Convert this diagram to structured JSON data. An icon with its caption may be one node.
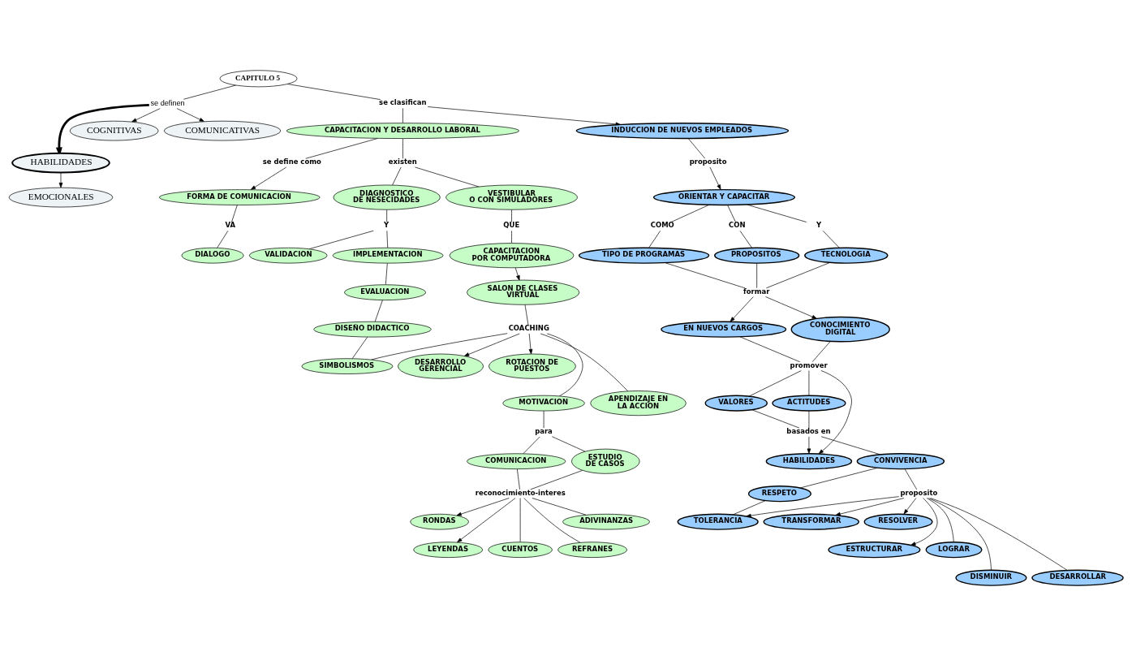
{
  "diagram": {
    "nodes": [
      {
        "text": [
          "se definen"
        ]
      },
      {
        "text": [
          "CAPITULO 5"
        ]
      },
      {
        "text": [
          "INDUCCION DE NUEVOS EMPLEADOS"
        ]
      },
      {
        "text": [
          "HABILIDADES"
        ]
      },
      {
        "text": [
          "se clasifican"
        ]
      },
      {
        "text": [
          "proposito"
        ]
      },
      {
        "text": [
          "ORIENTAR Y CAPACITAR"
        ]
      },
      {
        "text": [
          "COGNITIVAS"
        ]
      },
      {
        "text": [
          "COMUNICATIVAS"
        ]
      },
      {
        "text": [
          "EMOCIONALES"
        ]
      },
      {
        "text": [
          "COMO"
        ]
      },
      {
        "text": [
          "CON"
        ]
      },
      {
        "text": [
          "Y"
        ]
      },
      {
        "text": [
          "CAPACITACION Y DESARROLLO LABORAL"
        ]
      },
      {
        "text": [
          "TIPO DE PROGRAMAS"
        ]
      },
      {
        "text": [
          "PROPOSITOS"
        ]
      },
      {
        "text": [
          "se define como"
        ]
      },
      {
        "text": [
          "TECNOLOGIA"
        ]
      },
      {
        "text": [
          "existen"
        ]
      },
      {
        "text": [
          "FORMA DE COMUNICACION"
        ]
      },
      {
        "text": [
          "formar"
        ]
      },
      {
        "text": [
          "DIAGNOSTICO DE NESECIDADES"
        ]
      },
      {
        "text": [
          "VESTIBULAR O CON SIMULADORES"
        ]
      },
      {
        "text": [
          "VA"
        ]
      },
      {
        "text": [
          "EN NUEVOS CARGOS"
        ]
      },
      {
        "text": [
          "CONOCIMIENTO DIGITAL"
        ]
      },
      {
        "text": [
          "QUE"
        ]
      },
      {
        "text": [
          "promover"
        ]
      },
      {
        "text": [
          "DIALOGO"
        ]
      },
      {
        "text": [
          "Y"
        ]
      },
      {
        "text": [
          "CAPACITACION POR COMPUTADORA"
        ]
      },
      {
        "text": [
          "HABILIDADES"
        ]
      },
      {
        "text": [
          "VALIDACION"
        ]
      },
      {
        "text": [
          "IMPLEMENTACION"
        ]
      },
      {
        "text": [
          "ACTITUDES"
        ]
      },
      {
        "text": [
          "VALORES"
        ]
      },
      {
        "text": [
          "SALON DE CLASES VIRTUAL"
        ]
      },
      {
        "text": [
          "DESARROLLO GERENCIAL"
        ]
      },
      {
        "text": [
          "EVALUACION"
        ]
      },
      {
        "text": [
          "COACHING"
        ]
      },
      {
        "text": [
          "basados en"
        ]
      },
      {
        "text": [
          "TRANSFORMAR"
        ]
      },
      {
        "text": [
          "ROTACION DE PUESTOS"
        ]
      },
      {
        "text": [
          "CONVIVENCIA"
        ]
      },
      {
        "text": [
          "RESOLVER"
        ]
      },
      {
        "text": [
          "DISEÑO DIDACTICO"
        ]
      },
      {
        "text": [
          "MOTIVACION"
        ]
      },
      {
        "text": [
          "SIMBOLISMOS"
        ]
      },
      {
        "text": [
          "APENDIZAJE EN LA ACCION"
        ]
      },
      {
        "text": [
          "para"
        ]
      },
      {
        "text": [
          "ESTRUCTURAR"
        ]
      },
      {
        "text": [
          "RESPETO"
        ]
      },
      {
        "text": [
          "COMUNICACION"
        ]
      },
      {
        "text": [
          "proposito"
        ]
      },
      {
        "text": [
          "ESTUDIO DE CASOS"
        ]
      },
      {
        "text": [
          "reconocimiento-interes"
        ]
      },
      {
        "text": [
          "RONDAS"
        ]
      },
      {
        "text": [
          "LOGRAR"
        ]
      },
      {
        "text": [
          "TOLERANCIA"
        ]
      },
      {
        "text": [
          "LEYENDAS"
        ]
      },
      {
        "text": [
          "CUENTOS"
        ]
      },
      {
        "text": [
          "ADIVINANZAS"
        ]
      },
      {
        "text": [
          "DISMINUIR"
        ]
      },
      {
        "text": [
          "REFRANES"
        ]
      },
      {
        "text": [
          "DESARROLLAR"
        ]
      }
    ],
    "edges": [
      {
        "from": 1,
        "to": 0,
        "arrow": "none"
      },
      {
        "from": 0,
        "to": 3,
        "arrow": "to",
        "style": "thick"
      },
      {
        "from": 0,
        "to": 7,
        "arrow": "to"
      },
      {
        "from": 0,
        "to": 8,
        "arrow": "to"
      },
      {
        "from": 3,
        "to": 9,
        "arrow": "to"
      },
      {
        "from": 1,
        "to": 4,
        "arrow": "none"
      },
      {
        "from": 4,
        "to": 13,
        "arrow": "none"
      },
      {
        "from": 4,
        "to": 2,
        "arrow": "to"
      },
      {
        "from": 2,
        "to": 5,
        "arrow": "none"
      },
      {
        "from": 5,
        "to": 6,
        "arrow": "to"
      },
      {
        "from": 6,
        "to": 10,
        "arrow": "none"
      },
      {
        "from": 10,
        "to": 14,
        "arrow": "none"
      },
      {
        "from": 6,
        "to": 11,
        "arrow": "none"
      },
      {
        "from": 11,
        "to": 15,
        "arrow": "none"
      },
      {
        "from": 6,
        "to": 12,
        "arrow": "none"
      },
      {
        "from": 12,
        "to": 17,
        "arrow": "none"
      },
      {
        "from": 14,
        "to": 20,
        "arrow": "none"
      },
      {
        "from": 15,
        "to": 20,
        "arrow": "none"
      },
      {
        "from": 17,
        "to": 20,
        "arrow": "none"
      },
      {
        "from": 20,
        "to": 24,
        "arrow": "to"
      },
      {
        "from": 20,
        "to": 25,
        "arrow": "to"
      },
      {
        "from": 24,
        "to": 27,
        "arrow": "none"
      },
      {
        "from": 25,
        "to": 27,
        "arrow": "none"
      },
      {
        "from": 27,
        "to": 35,
        "arrow": "none"
      },
      {
        "from": 27,
        "to": 34,
        "arrow": "none"
      },
      {
        "from": 27,
        "to": 31,
        "arrow": "to"
      },
      {
        "from": 35,
        "to": 40,
        "arrow": "none"
      },
      {
        "from": 34,
        "to": 40,
        "arrow": "none"
      },
      {
        "from": 40,
        "to": 31,
        "arrow": "to"
      },
      {
        "from": 40,
        "to": 43,
        "arrow": "none"
      },
      {
        "from": 43,
        "to": 51,
        "arrow": "none"
      },
      {
        "from": 51,
        "to": 58,
        "arrow": "none"
      },
      {
        "from": 43,
        "to": 53,
        "arrow": "none"
      },
      {
        "from": 53,
        "to": 58,
        "arrow": "to"
      },
      {
        "from": 53,
        "to": 41,
        "arrow": "to"
      },
      {
        "from": 53,
        "to": 44,
        "arrow": "to"
      },
      {
        "from": 53,
        "to": 50,
        "arrow": "to"
      },
      {
        "from": 53,
        "to": 57,
        "arrow": "none"
      },
      {
        "from": 53,
        "to": 62,
        "arrow": "none"
      },
      {
        "from": 53,
        "to": 64,
        "arrow": "none"
      },
      {
        "from": 13,
        "to": 16,
        "arrow": "none"
      },
      {
        "from": 16,
        "to": 19,
        "arrow": "to"
      },
      {
        "from": 19,
        "to": 23,
        "arrow": "none"
      },
      {
        "from": 23,
        "to": 28,
        "arrow": "none"
      },
      {
        "from": 13,
        "to": 18,
        "arrow": "none"
      },
      {
        "from": 18,
        "to": 21,
        "arrow": "none"
      },
      {
        "from": 18,
        "to": 22,
        "arrow": "none"
      },
      {
        "from": 21,
        "to": 29,
        "arrow": "none"
      },
      {
        "from": 29,
        "to": 32,
        "arrow": "none"
      },
      {
        "from": 29,
        "to": 33,
        "arrow": "none"
      },
      {
        "from": 33,
        "to": 38,
        "arrow": "none"
      },
      {
        "from": 38,
        "to": 45,
        "arrow": "none"
      },
      {
        "from": 45,
        "to": 47,
        "arrow": "none"
      },
      {
        "from": 39,
        "to": 47,
        "arrow": "none"
      },
      {
        "from": 22,
        "to": 26,
        "arrow": "none"
      },
      {
        "from": 26,
        "to": 30,
        "arrow": "none"
      },
      {
        "from": 30,
        "to": 36,
        "arrow": "to"
      },
      {
        "from": 36,
        "to": 39,
        "arrow": "none"
      },
      {
        "from": 39,
        "to": 37,
        "arrow": "to"
      },
      {
        "from": 39,
        "to": 42,
        "arrow": "to"
      },
      {
        "from": 39,
        "to": 46,
        "arrow": "none"
      },
      {
        "from": 39,
        "to": 48,
        "arrow": "none"
      },
      {
        "from": 46,
        "to": 49,
        "arrow": "none"
      },
      {
        "from": 49,
        "to": 52,
        "arrow": "none"
      },
      {
        "from": 49,
        "to": 54,
        "arrow": "none"
      },
      {
        "from": 52,
        "to": 55,
        "arrow": "none"
      },
      {
        "from": 54,
        "to": 55,
        "arrow": "none"
      },
      {
        "from": 55,
        "to": 56,
        "arrow": "to"
      },
      {
        "from": 55,
        "to": 59,
        "arrow": "to"
      },
      {
        "from": 55,
        "to": 60,
        "arrow": "none"
      },
      {
        "from": 55,
        "to": 63,
        "arrow": "none"
      },
      {
        "from": 55,
        "to": 61,
        "arrow": "none"
      }
    ]
  }
}
